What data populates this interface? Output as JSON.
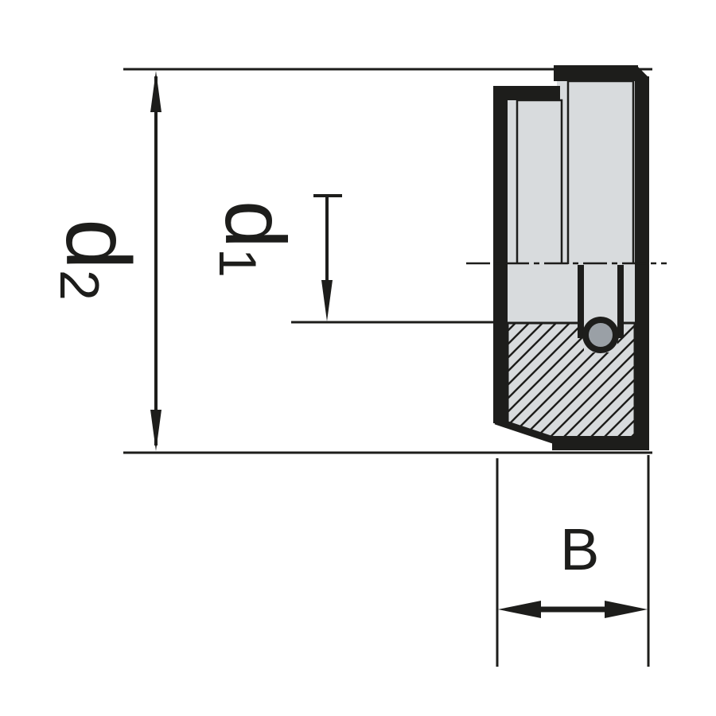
{
  "diagram": {
    "type": "technical-drawing-cross-section",
    "description": "Side cross-section of a cylindrical locking nut with ball detent, with diameter dimensions d2 and d1 and width dimension B",
    "labels": {
      "d2": {
        "base": "d",
        "subscript": "2"
      },
      "d1": {
        "base": "d",
        "subscript": "1"
      },
      "b": {
        "text": "B"
      }
    },
    "colors": {
      "line": "#1d1d1b",
      "fill_light": "#d8dbdd",
      "ball_gray": "#9aa0a6",
      "background": "#ffffff"
    }
  }
}
